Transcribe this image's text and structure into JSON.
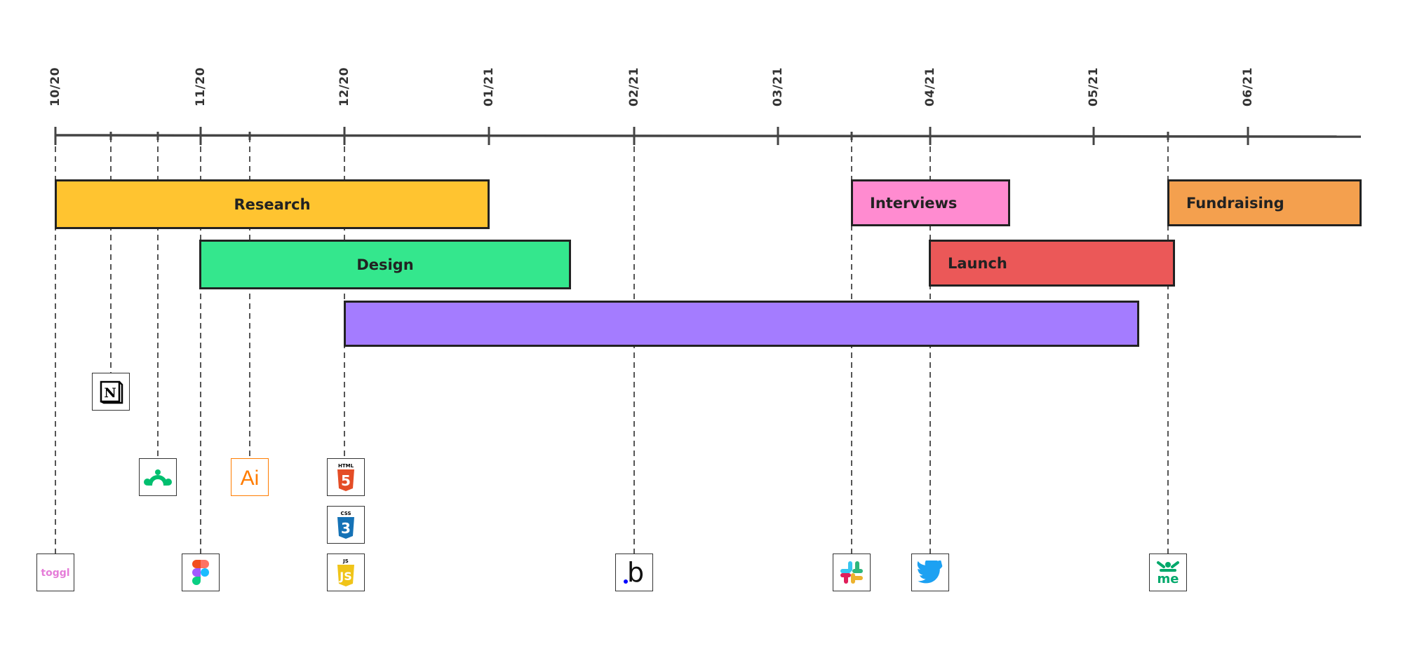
{
  "timeline": {
    "ticks": [
      "10/20",
      "11/20",
      "12/20",
      "01/21",
      "02/21",
      "03/21",
      "04/21",
      "05/21",
      "06/21"
    ]
  },
  "phases": [
    {
      "label": "Research",
      "color": "#FFC430"
    },
    {
      "label": "Design",
      "color": "#34E78D"
    },
    {
      "label": "",
      "color": "#A47CFF"
    },
    {
      "label": "Interviews",
      "color": "#FF8BD0"
    },
    {
      "label": "Launch",
      "color": "#EB5858"
    },
    {
      "label": "Fundraising",
      "color": "#F4A04E"
    }
  ],
  "tools": [
    {
      "icon": "notion-icon",
      "text": "N"
    },
    {
      "icon": "surveymonkey-icon"
    },
    {
      "icon": "illustrator-icon",
      "text": "Ai",
      "color": "#FF7C00"
    },
    {
      "icon": "html5-icon",
      "text": "HTML",
      "color": "#E44D26"
    },
    {
      "icon": "css3-icon",
      "text": "CSS",
      "color": "#1572B6"
    },
    {
      "icon": "javascript-icon",
      "text": "JS",
      "color": "#F0C419"
    },
    {
      "icon": "toggl-icon",
      "text": "toggl",
      "color": "#E57CD8"
    },
    {
      "icon": "figma-icon"
    },
    {
      "icon": "bubble-icon",
      "text": "b",
      "color": "#0000FF"
    },
    {
      "icon": "slack-icon"
    },
    {
      "icon": "twitter-icon",
      "color": "#1DA1F2"
    },
    {
      "icon": "meetup-icon",
      "text": "me",
      "color": "#00A86B"
    }
  ]
}
